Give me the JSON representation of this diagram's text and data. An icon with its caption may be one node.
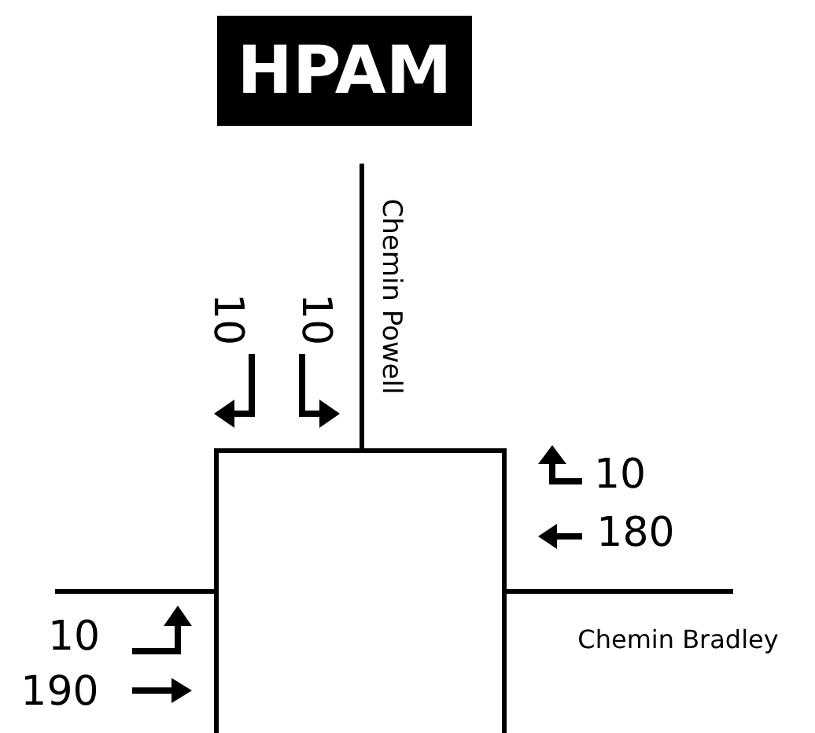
{
  "diagram": {
    "title": "HPAM",
    "nodes": [
      {
        "text": [],
        "shape": "box"
      }
    ],
    "labels": [
      "Chemin Powell",
      "10",
      "10",
      "10",
      "180",
      "10",
      "190",
      "Chemin Bradley"
    ]
  }
}
